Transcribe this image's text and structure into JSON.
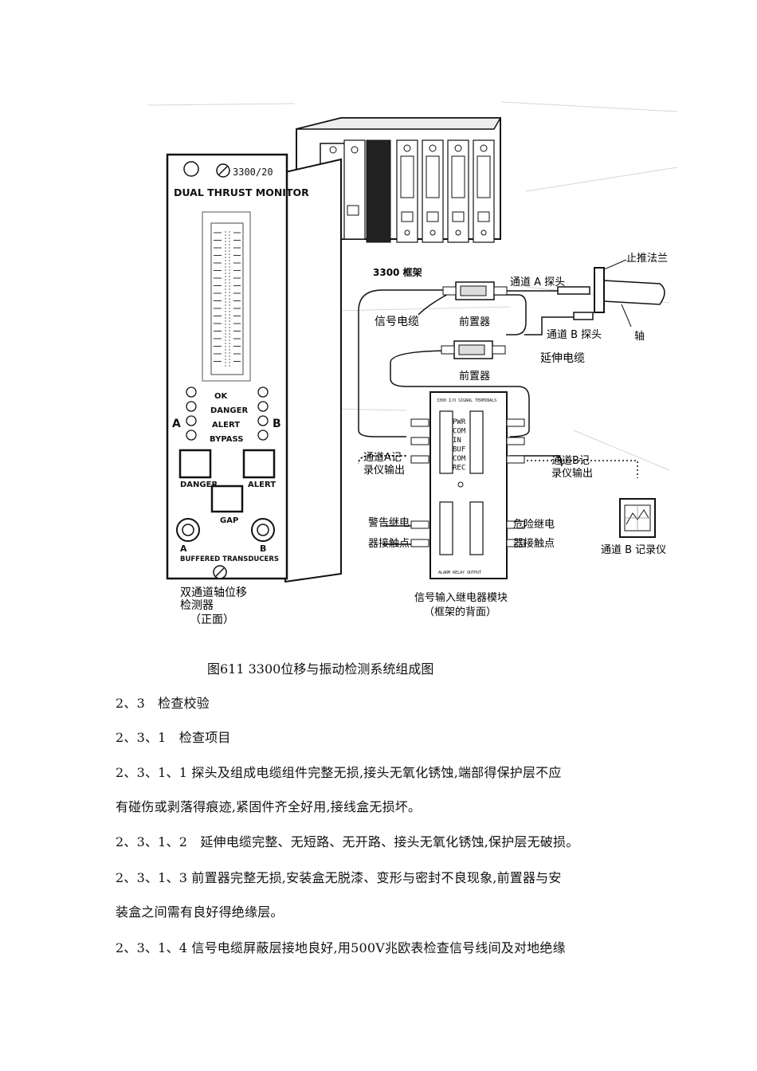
{
  "figure": {
    "monitor": {
      "model": "3300/20",
      "title": "DUAL THRUST MONITOR",
      "status": [
        "OK",
        "DANGER",
        "ALERT",
        "BYPASS"
      ],
      "channel_a": "A",
      "channel_b": "B",
      "btn_danger": "DANGER",
      "btn_alert": "ALERT",
      "btn_gap": "GAP",
      "transducers": "BUFFERED TRANSDUCERS",
      "name_line1": "双通道轴位移",
      "name_line2": "检测器",
      "name_line3": "（正面）"
    },
    "rack_label": "3300 框架",
    "probe_a": "通道 A 探头",
    "probe_b": "通道 B 探头",
    "flange": "止推法兰",
    "shaft": "轴",
    "signal_cable": "信号电缆",
    "preamp1": "前置器",
    "preamp2": "前置器",
    "ext_cable": "延伸电缆",
    "terminals": [
      "PWR",
      "COM",
      "IN",
      "BUF",
      "COM",
      "REC"
    ],
    "ch_a_rec_line1": "通道A记",
    "ch_a_rec_line2": "录仪输出",
    "ch_b_rec_line1": "通道B记",
    "ch_b_rec_line2": "录仪输出",
    "alert_relay_line1": "警告继电",
    "alert_relay_line2": "器接触点",
    "danger_relay_line1": "危险继电",
    "danger_relay_line2": "器接触点",
    "recorder_b": "通道 B 记录仪",
    "module_line1": "信号输入继电器模块",
    "module_line2": "（框架的背面）"
  },
  "caption": "图611 3300位移与振动检测系统组成图",
  "paragraphs": [
    "2、3　检查校验",
    "2、3、1　检查项目",
    "2、3、1、1 探头及组成电缆组件完整无损,接头无氧化锈蚀,端部得保护层不应",
    "有碰伤或剥落得痕迹,紧固件齐全好用,接线盒无损坏。",
    "2、3、1、2　延伸电缆完整、无短路、无开路、接头无氧化锈蚀,保护层无破损。",
    "2、3、1、3 前置器完整无损,安装盒无脱漆、变形与密封不良现象,前置器与安",
    "装盒之间需有良好得绝缘层。",
    "2、3、1、4 信号电缆屏蔽层接地良好,用500V兆欧表检查信号线间及对地绝缘"
  ]
}
